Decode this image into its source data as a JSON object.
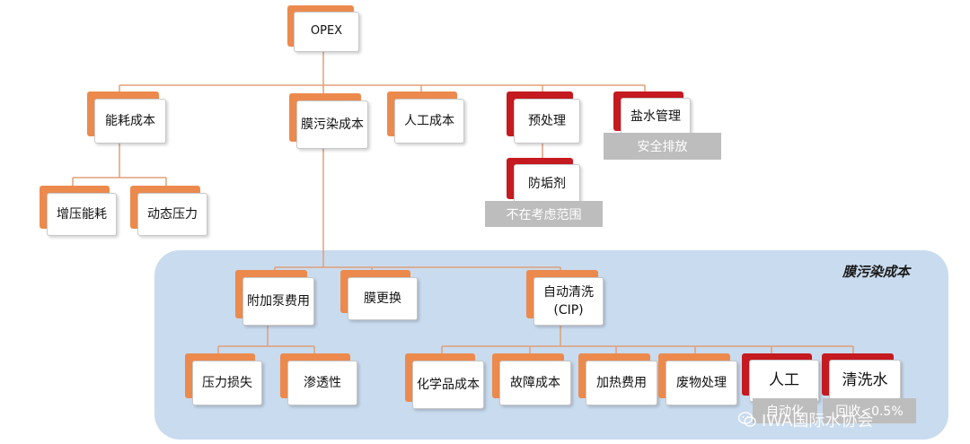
{
  "panel_title": "膜污染成本",
  "nodes": {
    "opex": "OPEX",
    "energy": "能耗成本",
    "fouling": "膜污染成本",
    "labor": "人工成本",
    "pretreat": "预处理",
    "brine": "盐水管理",
    "brine_note": "安全排放",
    "antiscalant": "防垢剂",
    "antiscalant_note": "不在考虑范围",
    "boost": "增压能耗",
    "dynamic": "动态压力",
    "pump": "附加泵费用",
    "replace": "膜更换",
    "cip": "自动清洗\n(CIP)",
    "pressure_loss": "压力损失",
    "permeability": "渗透性",
    "chemical": "化学品成本",
    "failure": "故障成本",
    "heating": "加热费用",
    "waste": "废物处理",
    "cip_labor": "人工",
    "wash_water": "清洗水",
    "cip_labor_note": "自动化",
    "wash_water_note": "回收<0.5%"
  },
  "watermark": "IWA国际水协会",
  "colors": {
    "orange": "#ec8a4e",
    "red": "#c51a1f",
    "panel": "#c9dbee",
    "tag_grey": "#bdbdbd"
  }
}
